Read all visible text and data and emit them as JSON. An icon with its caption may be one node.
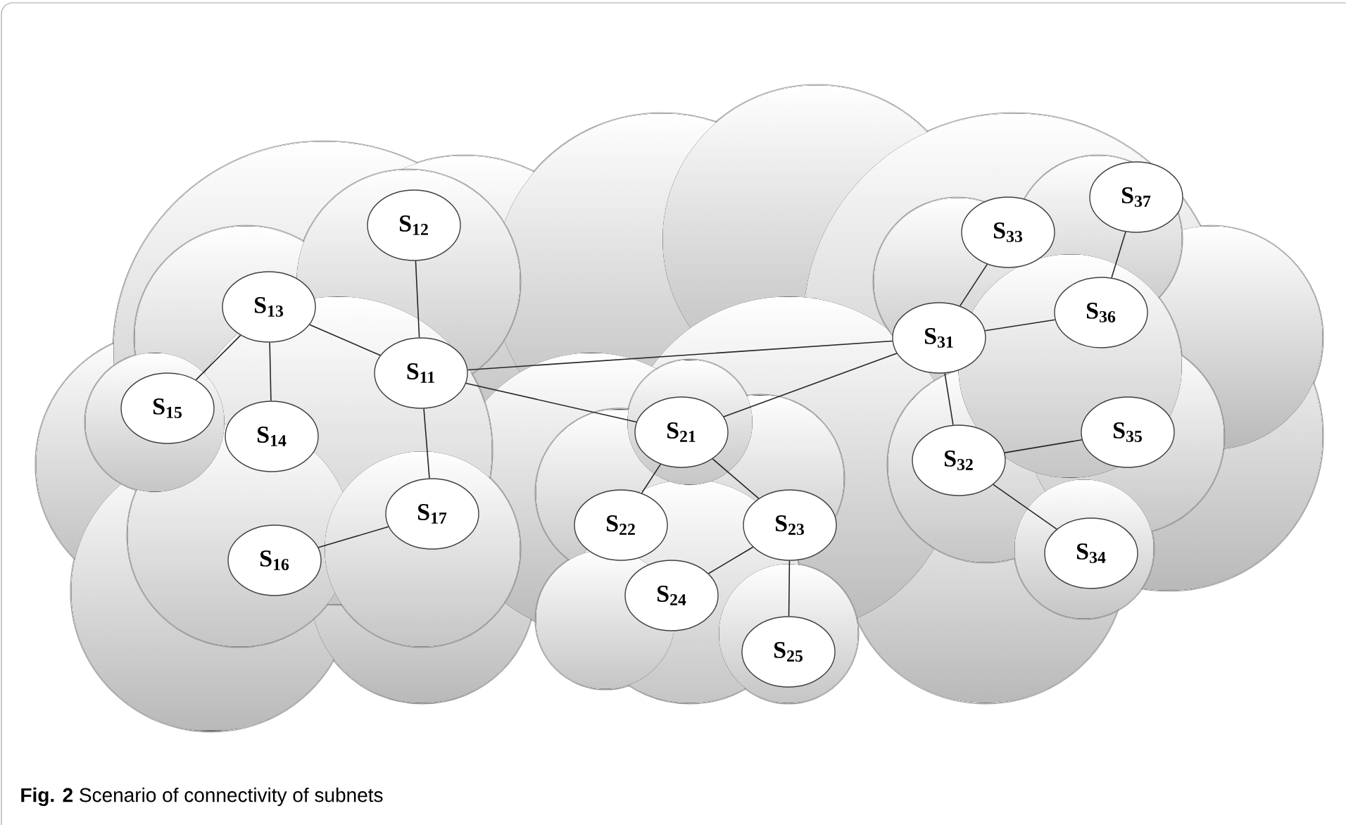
{
  "diagram": {
    "caption": "**Fig. 2** Scenario of connectivity of subnets",
    "nodes": [
      {
        "text": [
          "S$_{11}$"
        ]
      },
      {
        "text": [
          "S$_{12}$"
        ]
      },
      {
        "text": [
          "S$_{13}$"
        ]
      },
      {
        "text": [
          "S$_{14}$"
        ]
      },
      {
        "text": [
          "S$_{15}$"
        ]
      },
      {
        "text": [
          "S$_{16}$"
        ]
      },
      {
        "text": [
          "S$_{17}$"
        ]
      },
      {
        "text": [
          "S$_{21}$"
        ]
      },
      {
        "text": [
          "S$_{22}$"
        ]
      },
      {
        "text": [
          "S$_{23}$"
        ]
      },
      {
        "text": [
          "S$_{24}$"
        ]
      },
      {
        "text": [
          "S$_{25}$"
        ]
      },
      {
        "text": [
          "S$_{31}$"
        ]
      },
      {
        "text": [
          "S$_{32}$"
        ]
      },
      {
        "text": [
          "S$_{33}$"
        ]
      },
      {
        "text": [
          "S$_{34}$"
        ]
      },
      {
        "text": [
          "S$_{35}$"
        ]
      },
      {
        "text": [
          "S$_{36}$"
        ]
      },
      {
        "text": [
          "S$_{37}$"
        ]
      }
    ],
    "edges": [
      {
        "from": 0,
        "to": 1,
        "arrow": "none"
      },
      {
        "from": 0,
        "to": 2,
        "arrow": "none"
      },
      {
        "from": 2,
        "to": 4,
        "arrow": "none"
      },
      {
        "from": 2,
        "to": 3,
        "arrow": "none"
      },
      {
        "from": 0,
        "to": 6,
        "arrow": "none"
      },
      {
        "from": 6,
        "to": 5,
        "arrow": "none"
      },
      {
        "from": 0,
        "to": 7,
        "arrow": "none"
      },
      {
        "from": 0,
        "to": 12,
        "arrow": "none"
      },
      {
        "from": 7,
        "to": 12,
        "arrow": "none"
      },
      {
        "from": 7,
        "to": 8,
        "arrow": "none"
      },
      {
        "from": 7,
        "to": 9,
        "arrow": "none"
      },
      {
        "from": 9,
        "to": 10,
        "arrow": "none"
      },
      {
        "from": 9,
        "to": 11,
        "arrow": "none"
      },
      {
        "from": 12,
        "to": 14,
        "arrow": "none"
      },
      {
        "from": 12,
        "to": 17,
        "arrow": "none"
      },
      {
        "from": 17,
        "to": 18,
        "arrow": "none"
      },
      {
        "from": 12,
        "to": 13,
        "arrow": "none"
      },
      {
        "from": 13,
        "to": 16,
        "arrow": "none"
      },
      {
        "from": 13,
        "to": 15,
        "arrow": "none"
      }
    ]
  }
}
